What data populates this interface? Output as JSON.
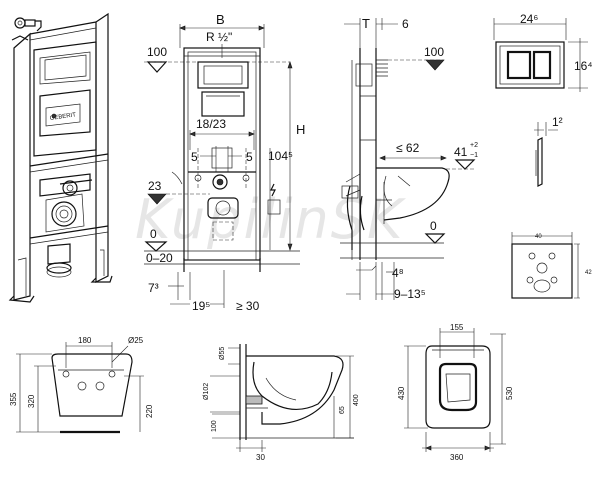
{
  "watermark": "KupilinSK",
  "frame": {
    "width_label": "B",
    "thread_label": "R ½\"",
    "level_100": "100",
    "spacing_label": "18/23",
    "left_offset": "5",
    "right_offset": "5",
    "height_label": "H",
    "height_value": "104⁵",
    "pipe_height": "23",
    "floor_zero": "0",
    "floor_range": "0–20",
    "depth_bottom": "7³",
    "depth_19": "19⁵",
    "min_width": "≥ 30"
  },
  "side": {
    "thickness_label": "T",
    "offset_6": "6",
    "level_100": "100",
    "max_62": "≤ 62",
    "height_41": "41",
    "tol_plus": "+2",
    "tol_minus": "−1",
    "floor_zero": "0",
    "gap_4": "4⁸",
    "range_9": "9–13⁵"
  },
  "plate": {
    "width": "24⁶",
    "height": "16⁴",
    "thickness": "1²",
    "fix_width": "40",
    "fix_height": "42"
  },
  "bowl_front": {
    "width_180": "180",
    "dia_25": "Ø25",
    "height_355": "355",
    "height_320": "320",
    "height_220": "220"
  },
  "bowl_side": {
    "dia_55": "Ø55",
    "dia_102": "Ø102",
    "h_100": "100",
    "h_65": "65",
    "h_400": "400",
    "w_30": "30"
  },
  "bowl_top": {
    "w_155": "155",
    "w_360": "360",
    "h_430": "430",
    "h_530": "530"
  }
}
